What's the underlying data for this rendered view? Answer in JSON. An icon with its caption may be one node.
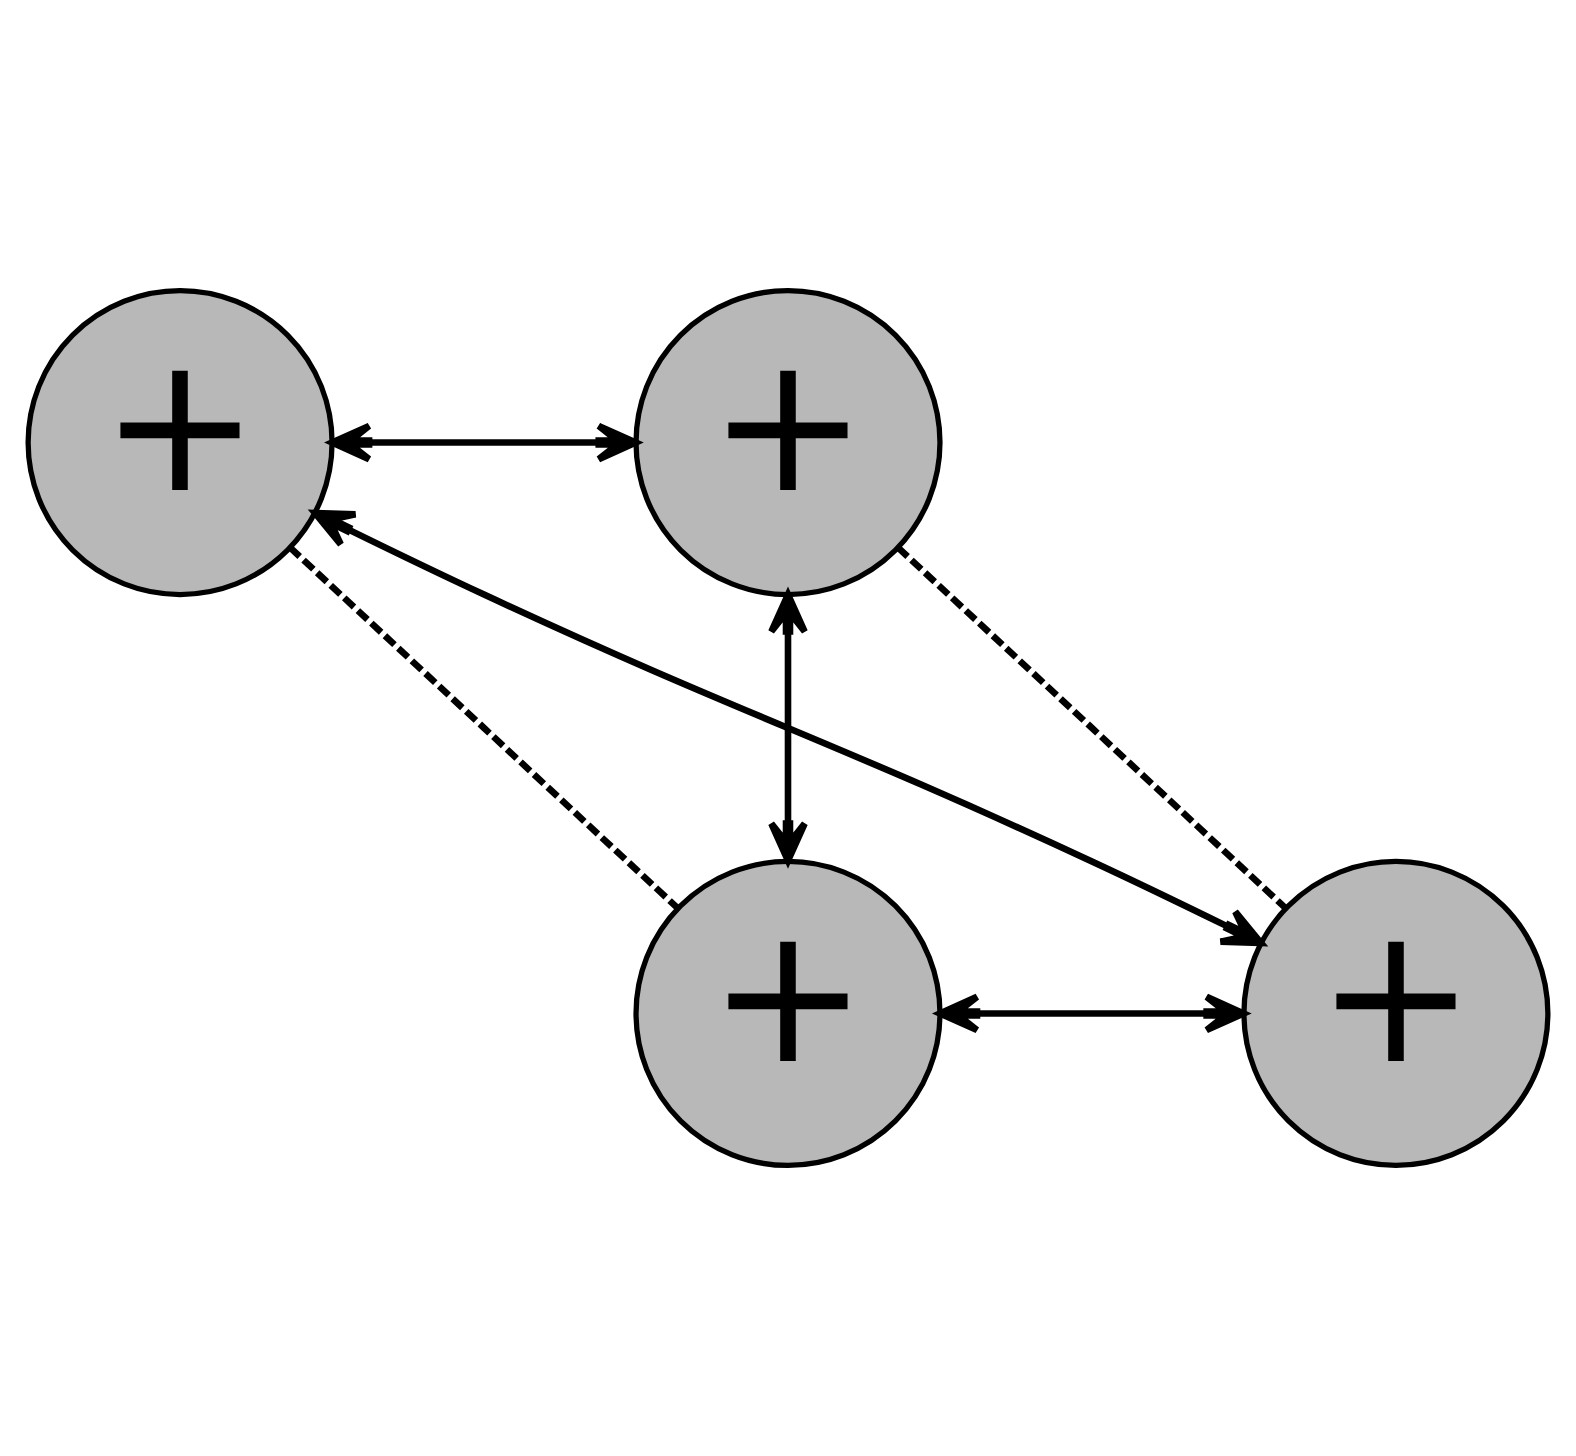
{
  "diagram": {
    "nodes": [
      {
        "text": [
          "+"
        ]
      },
      {
        "text": [
          "+"
        ]
      },
      {
        "text": [
          "+"
        ]
      },
      {
        "text": [
          "+"
        ]
      }
    ],
    "edges": [
      {
        "from": 0,
        "to": 1,
        "arrow": "both"
      },
      {
        "from": 1,
        "to": 3,
        "arrow": "both"
      },
      {
        "from": 3,
        "to": 2,
        "arrow": "both"
      },
      {
        "from": 2,
        "to": 0,
        "arrow": "both"
      },
      {
        "from": 0,
        "to": 3,
        "arrow": "none",
        "style": "dashed"
      },
      {
        "from": 1,
        "to": 2,
        "arrow": "none",
        "style": "dashed"
      }
    ]
  }
}
